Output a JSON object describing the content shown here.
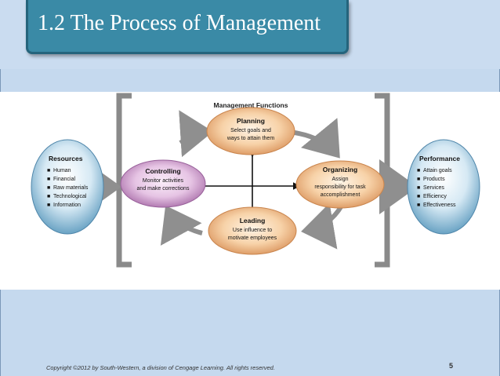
{
  "title": "1.2 The Process of Management",
  "diagram": {
    "heading": "Management Functions",
    "resources": {
      "title": "Resources",
      "items": [
        "Human",
        "Financial",
        "Raw materials",
        "Technological",
        "Information"
      ]
    },
    "performance": {
      "title": "Performance",
      "items": [
        "Attain goals",
        "Products",
        "Services",
        "Efficiency",
        "Effectiveness"
      ]
    },
    "planning": {
      "title": "Planning",
      "lines": [
        "Select goals and",
        "ways to attain them"
      ]
    },
    "organizing": {
      "title": "Organizing",
      "lines": [
        "Assign",
        "responsibility for task",
        "accomplishment"
      ]
    },
    "leading": {
      "title": "Leading",
      "lines": [
        "Use influence to",
        "motivate employees"
      ]
    },
    "controlling": {
      "title": "Controlling",
      "lines": [
        "Monitor activities",
        "and make corrections"
      ]
    }
  },
  "footer": {
    "copyright": "Copyright ©2012 by South-Western, a division of Cengage Learning. All rights reserved.",
    "page": "5"
  }
}
